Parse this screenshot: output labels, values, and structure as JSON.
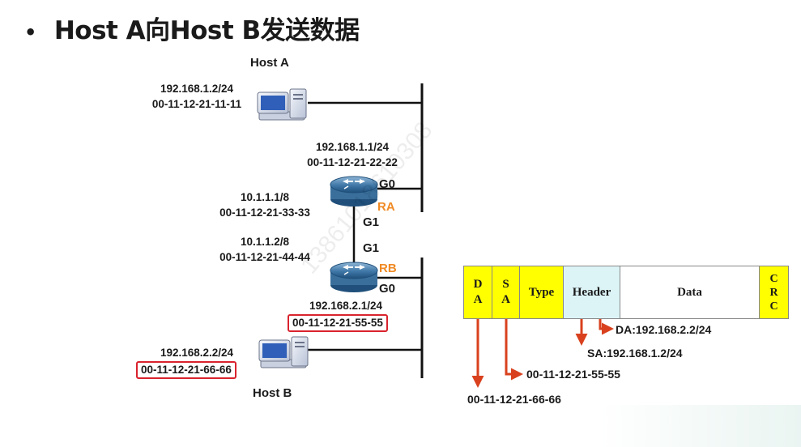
{
  "slide": {
    "bullet": "•",
    "title": "Host A向Host B发送数据"
  },
  "hostA": {
    "name": "Host A",
    "ip": "192.168.1.2/24",
    "mac": "00-11-12-21-11-11"
  },
  "ra": {
    "name": "RA",
    "g0_port": "G0",
    "g0_ip": "192.168.1.1/24",
    "g0_mac": "00-11-12-21-22-22",
    "g1_port": "G1",
    "g1_ip": "10.1.1.1/8",
    "g1_mac": "00-11-12-21-33-33"
  },
  "rb": {
    "name": "RB",
    "g1_port": "G1",
    "g1_ip": "10.1.1.2/8",
    "g1_mac": "00-11-12-21-44-44",
    "g0_port": "G0",
    "g0_ip": "192.168.2.1/24",
    "g0_mac": "00-11-12-21-55-55"
  },
  "hostB": {
    "name": "Host B",
    "ip": "192.168.2.2/24",
    "mac": "00-11-12-21-66-66"
  },
  "frame": {
    "fields": [
      {
        "line1": "D",
        "line2": "A",
        "line3": "",
        "color": "#ffff00"
      },
      {
        "line1": "S",
        "line2": "A",
        "line3": "",
        "color": "#ffff00"
      },
      {
        "line1": "Type",
        "line2": "",
        "line3": "",
        "color": "#ffff00"
      },
      {
        "line1": "Header",
        "line2": "",
        "line3": "",
        "color": "#ddf4f7"
      },
      {
        "line1": "Data",
        "line2": "",
        "line3": "",
        "color": "#ffffff"
      },
      {
        "line1": "C",
        "line2": "R",
        "line3": "C",
        "color": "#ffff00"
      }
    ],
    "da_value": "00-11-12-21-66-66",
    "sa_value": "00-11-12-21-55-55",
    "header_sa": "SA:192.168.1.2/24",
    "header_da": "DA:192.168.2.2/24"
  },
  "colors": {
    "highlight": "#d9232d",
    "router_label": "#f08a24",
    "arrow": "#d9411e",
    "field_yellow": "#ffff00",
    "field_header": "#ddf4f7"
  },
  "watermark": "13861018610308"
}
